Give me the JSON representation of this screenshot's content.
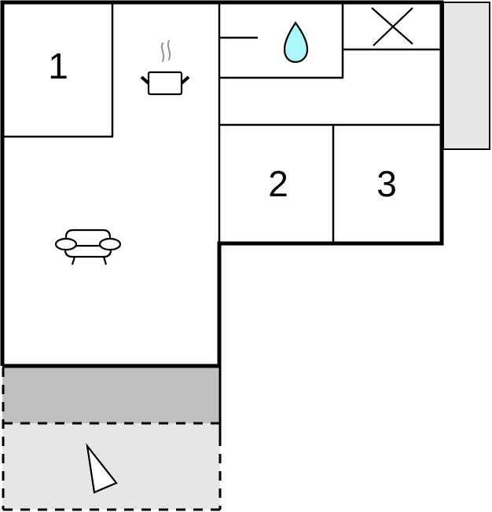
{
  "floorplan": {
    "colors": {
      "wall": "#000000",
      "floor": "#ffffff",
      "terrace_covered": "#c0c0c0",
      "terrace_open": "#e6e6e6",
      "balcony": "#e6e6e6",
      "water_drop": "#aaf8fa",
      "steam": "#999999"
    },
    "rooms": [
      {
        "id": "bedroom-1",
        "label": "1"
      },
      {
        "id": "bedroom-2",
        "label": "2"
      },
      {
        "id": "bedroom-3",
        "label": "3"
      }
    ],
    "icons": {
      "kitchen": "cooking-pot-icon",
      "living": "sofa-icon",
      "bathroom": "water-drop-icon",
      "toilet": "cross-icon",
      "north": "north-arrow-icon"
    }
  }
}
